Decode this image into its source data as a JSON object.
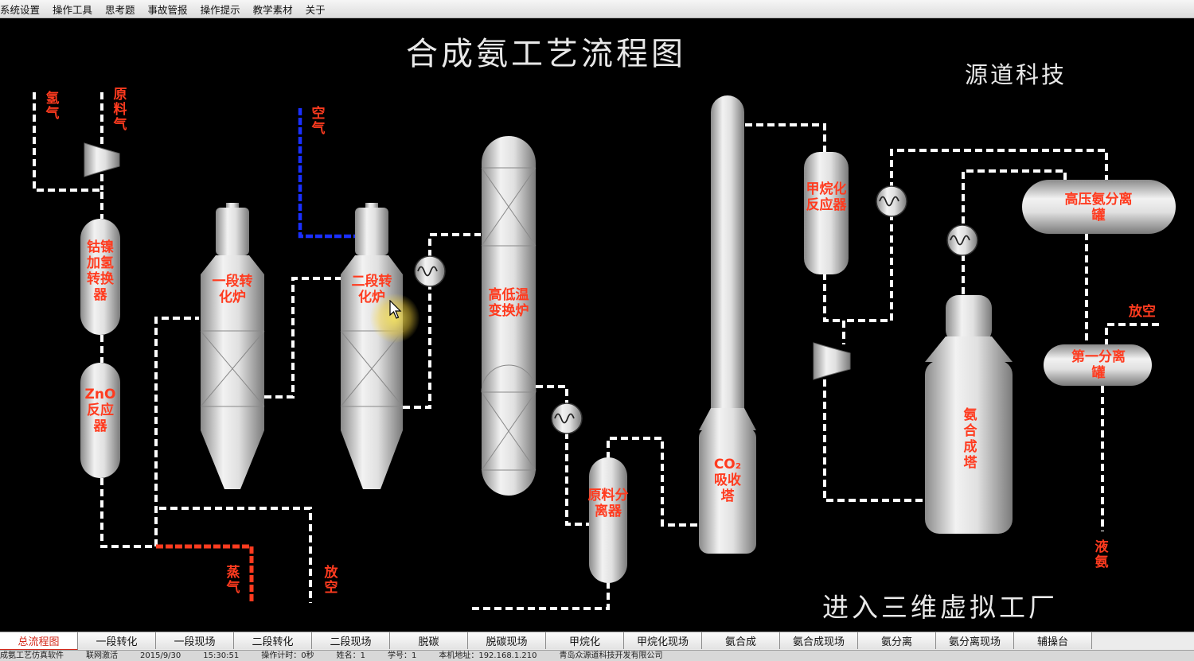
{
  "menu": [
    "系统设置",
    "操作工具",
    "思考题",
    "事故管报",
    "操作提示",
    "教学素材",
    "关于"
  ],
  "title": "合成氨工艺流程图",
  "company": "源道科技",
  "enter_3d": "进入三维虚拟工厂",
  "stream_labels": {
    "hydrogen": "氢气",
    "feed_gas": "原料气",
    "air": "空气",
    "steam": "蒸气",
    "vent1": "放空",
    "vent2": "放空",
    "liquid_ammonia": "液氨"
  },
  "equipment": {
    "co_ni": "钴镍加氢转换器",
    "zno": "ZnO反应器",
    "primary_reformer": "一段转化炉",
    "secondary_reformer": "二段转化炉",
    "shift": "高低温变换炉",
    "feed_separator": "原料分离器",
    "co2_absorber": "CO₂吸收塔",
    "methanator": "甲烷化反应器",
    "hp_separator": "高压氨分离罐",
    "first_separator": "第一分离罐",
    "ammonia_synthesis": "氨合成塔"
  },
  "colors": {
    "stream_red": "#ff3b1f",
    "air_line": "#1a2fff",
    "steam_line": "#ff3b1f",
    "pipe": "#ffffff",
    "vessel": "#d4d4d4"
  },
  "tabs": [
    "总流程图",
    "一段转化",
    "一段现场",
    "二段转化",
    "二段现场",
    "脱碳",
    "脱碳现场",
    "甲烷化",
    "甲烷化现场",
    "氨合成",
    "氨合成现场",
    "氨分离",
    "氨分离现场",
    "辅操台"
  ],
  "active_tab": "总流程图",
  "status": [
    "成氨工艺仿真软件",
    "联网激活",
    "2015/9/30",
    "15:30:51",
    "操作计时：0秒",
    "姓名：1",
    "学号：1",
    "本机地址：192.168.1.210",
    "青岛众源道科技开发有限公司"
  ]
}
